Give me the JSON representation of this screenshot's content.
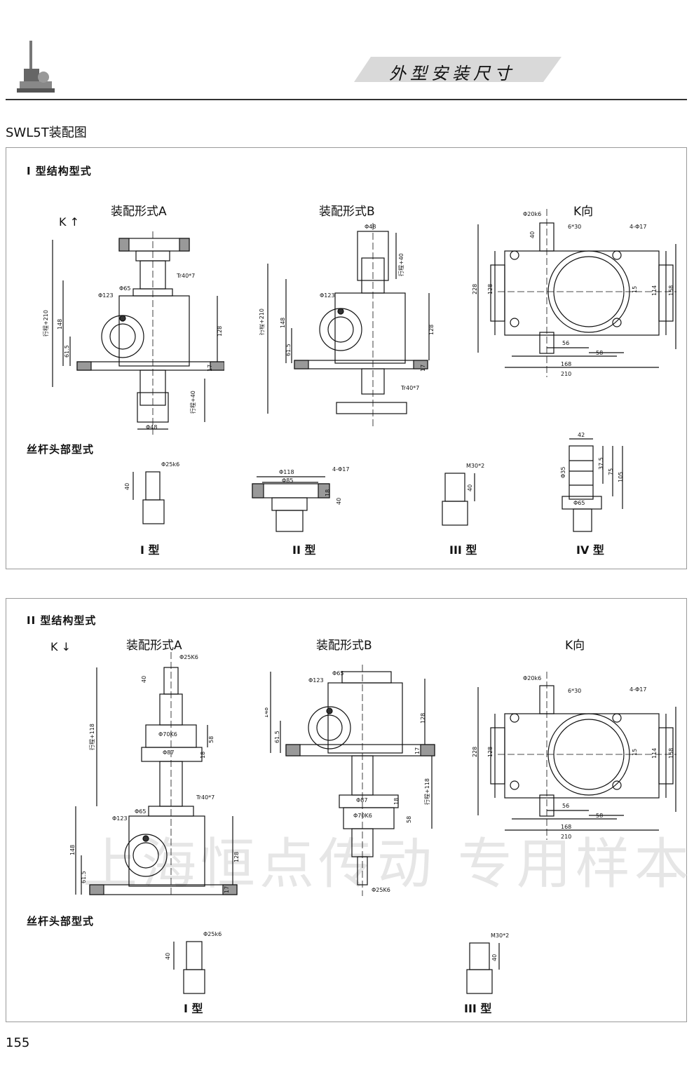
{
  "header": {
    "title": "外型安装尺寸",
    "subtitle": "SWL5T装配图"
  },
  "panel1": {
    "title": "I 型结构型式",
    "k_label": "K",
    "views": [
      "装配形式A",
      "装配形式B",
      "K向"
    ],
    "head_title": "丝杆头部型式",
    "head_types": [
      "I 型",
      "II 型",
      "III 型",
      "IV 型"
    ],
    "dims": {
      "a_tr": "Tr40*7",
      "a_phi65": "Φ65",
      "a_phi123": "Φ123",
      "a_stroke": "行程+210",
      "a_148": "148",
      "a_615": "61.5",
      "a_128": "128",
      "a_17": "17",
      "a_stroke40": "行程+40",
      "a_phi48": "Φ48",
      "b_phi48": "Φ48",
      "b_stroke40": "行程+40",
      "b_phi123": "Φ123",
      "b_stroke": "行程+210",
      "b_148": "148",
      "b_615": "61.5",
      "b_128": "128",
      "b_17": "17",
      "b_tr": "Tr40*7",
      "k_phi20": "Φ20k6",
      "k_630": "6*30",
      "k_4phi17": "4-Φ17",
      "k_40": "40",
      "k_228": "228",
      "k_128": "128",
      "k_15": "15",
      "k_114": "114",
      "k_158": "158",
      "k_56": "56",
      "k_58": "58",
      "k_168": "168",
      "k_210": "210",
      "h1_phi25": "Φ25k6",
      "h1_40": "40",
      "h2_phi118": "Φ118",
      "h2_4phi17": "4-Φ17",
      "h2_phi85": "Φ85",
      "h2_18": "18",
      "h2_40": "40",
      "h3_m30": "M30*2",
      "h3_40": "40",
      "h4_42": "42",
      "h4_phi35": "Φ35",
      "h4_375": "37.5",
      "h4_75": "75",
      "h4_105": "105",
      "h4_phi65": "Φ65"
    }
  },
  "panel2": {
    "title": "II 型结构型式",
    "k_label": "K",
    "views": [
      "装配形式A",
      "装配形式B",
      "K向"
    ],
    "head_title": "丝杆头部型式",
    "head_types": [
      "I 型",
      "III 型"
    ],
    "watermark": "上海恒点传动 专用样本",
    "dims": {
      "a_phi25": "Φ25K6",
      "a_40": "40",
      "a_stroke": "行程+118",
      "a_phi70": "Φ70K6",
      "a_58": "58",
      "a_phi87": "Φ87",
      "a_18": "18",
      "a_tr": "Tr40*7",
      "a_phi65": "Φ65",
      "a_phi123": "Φ123",
      "a_148": "148",
      "a_615": "61.5",
      "a_128": "128",
      "a_17": "17",
      "b_phi65": "Φ65",
      "b_phi123": "Φ123",
      "b_148": "148",
      "b_615": "61.5",
      "b_128": "128",
      "b_17": "17",
      "b_phi87": "Φ87",
      "b_18": "18",
      "b_stroke": "行程+118",
      "b_phi70": "Φ70K6",
      "b_58": "58",
      "b_phi25": "Φ25K6",
      "k_phi20": "Φ20k6",
      "k_630": "6*30",
      "k_4phi17": "4-Φ17",
      "k_228": "228",
      "k_128": "128",
      "k_15": "15",
      "k_114": "114",
      "k_158": "158",
      "k_56": "56",
      "k_58": "58",
      "k_168": "168",
      "k_210": "210",
      "h1_phi25": "Φ25k6",
      "h1_40": "40",
      "h3_m30": "M30*2",
      "h3_40": "40"
    }
  },
  "footer": {
    "page_number": "155"
  }
}
